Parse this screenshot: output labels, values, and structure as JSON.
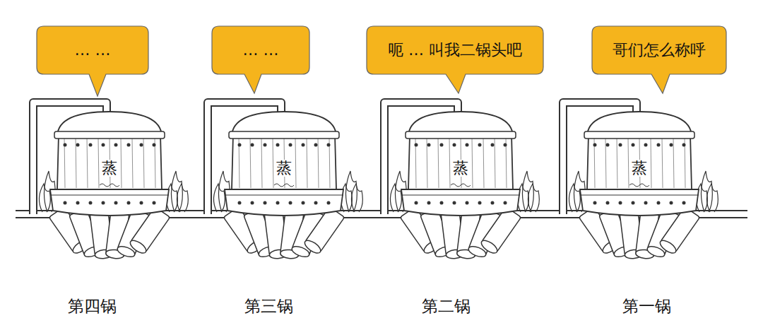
{
  "diagram": {
    "nodes": [
      {
        "text": [
          "… …"
        ]
      },
      {
        "text": [
          "… …"
        ]
      },
      {
        "text": [
          "呃 … 叫我二锅头吧"
        ]
      },
      {
        "text": [
          "哥们怎么称呼"
        ]
      }
    ],
    "labels": [
      "蒸",
      "蒸",
      "蒸",
      "蒸",
      "第四锅",
      "第三锅",
      "第二锅",
      "第一锅"
    ]
  }
}
